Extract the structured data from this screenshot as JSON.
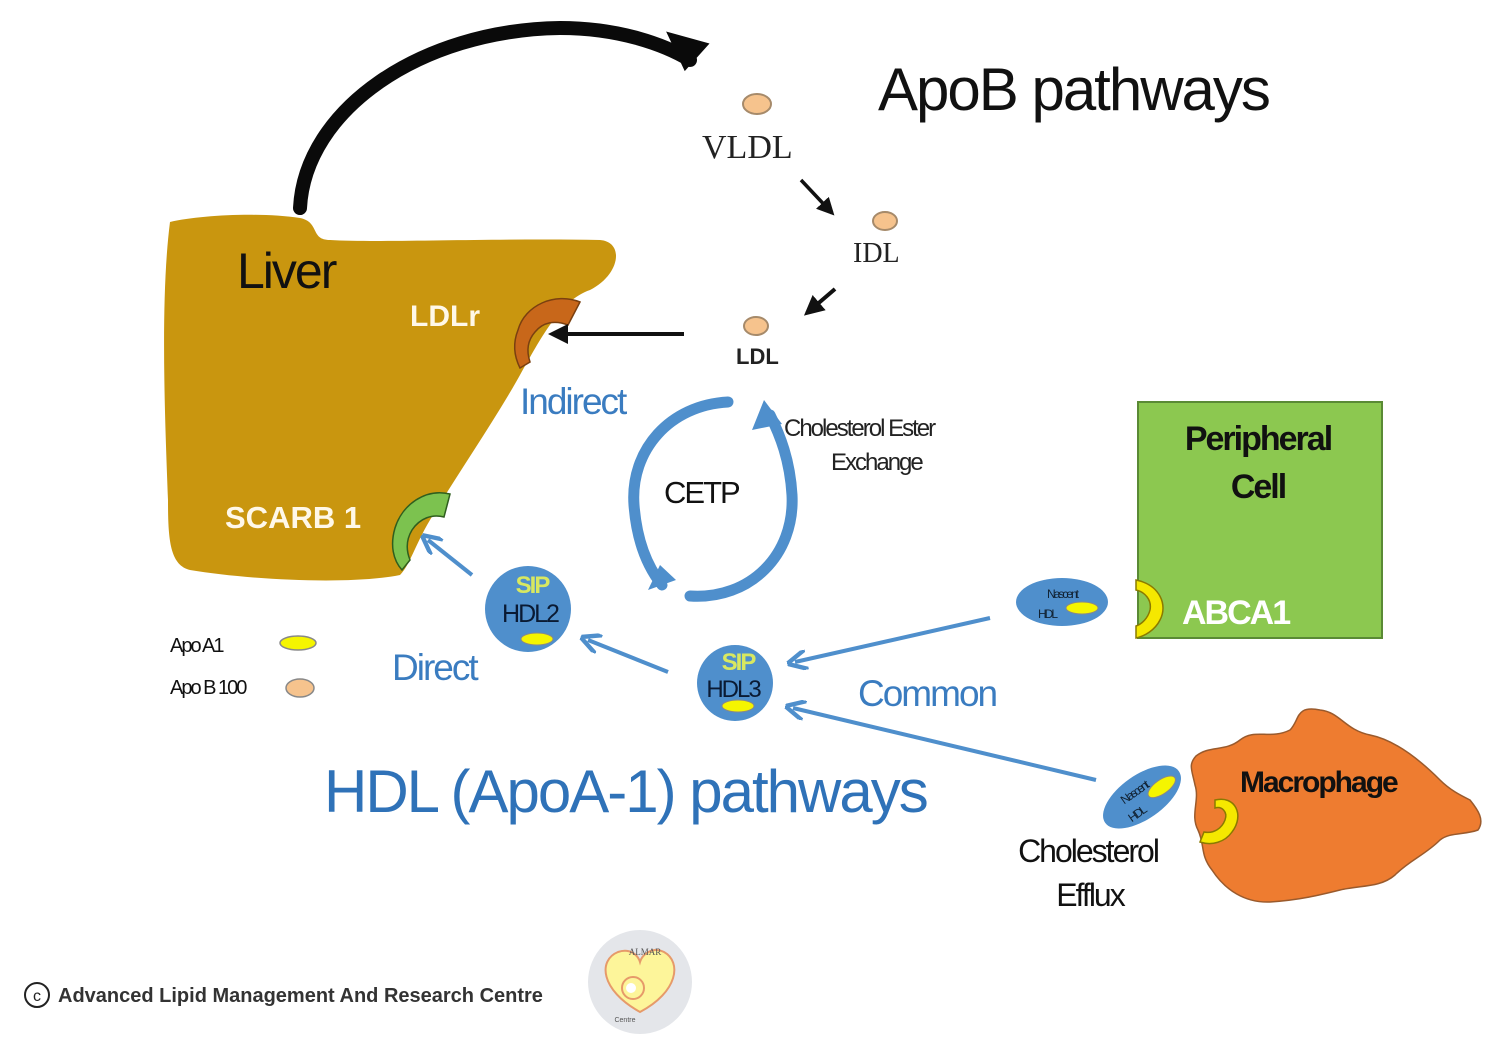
{
  "titles": {
    "apob": "ApoB pathways",
    "hdl": "HDL (ApoA-1) pathways"
  },
  "organs": {
    "liver": "Liver",
    "peripheral_cell_line1": "Peripheral",
    "peripheral_cell_line2": "Cell",
    "macrophage": "Macrophage"
  },
  "receptors": {
    "ldlr": "LDLr",
    "scarb1": "SCARB 1",
    "abca1": "ABCA1"
  },
  "lipoproteins": {
    "vldl": "VLDL",
    "idl": "IDL",
    "ldl": "LDL",
    "hdl2_top": "SIP",
    "hdl2_bottom": "HDL2",
    "hdl3_top": "SIP",
    "hdl3_bottom": "HDL3",
    "nascent_line1": "Nascent",
    "nascent_line2": "HDL"
  },
  "pathway_labels": {
    "indirect": "Indirect",
    "direct": "Direct",
    "common": "Common",
    "cetp": "CETP",
    "ce_exchange_line1": "Cholesterol Ester",
    "ce_exchange_line2": "Exchange",
    "efflux_line1": "Cholesterol",
    "efflux_line2": "Efflux"
  },
  "legend": {
    "apoa1": "Apo A1",
    "apob100": "Apo B 100"
  },
  "footer": {
    "copyright_symbol": "c",
    "organization": "Advanced Lipid Management And Research Centre",
    "logo_text_top": "ALMAR",
    "logo_text_bottom": "Centre"
  },
  "colors": {
    "liver": "#c9960f",
    "ldlr": "#c8671a",
    "scarb1": "#7cc24f",
    "peripheral_cell": "#8cc850",
    "macrophage": "#ee7c30",
    "hdl_blue": "#4f8fcc",
    "hdl_text_blue": "#2f72b8",
    "apoa1_yellow": "#f2f200",
    "apob_peach": "#f6c38d"
  }
}
